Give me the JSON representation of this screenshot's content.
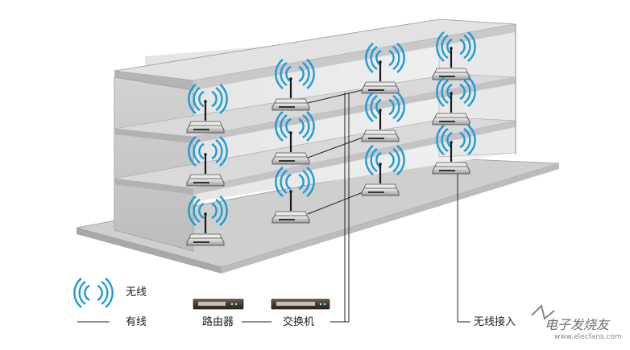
{
  "legend": {
    "wireless_label": "无线",
    "wired_label": "有线",
    "wireless_icon": "wifi-waves-icon"
  },
  "devices": {
    "router_label": "路由器",
    "switch_label": "交换机",
    "ap_label": "无线接入"
  },
  "watermark": {
    "text": "电子发烧友",
    "url": "www.elecfans.com"
  },
  "colors": {
    "wifi": "#1e9ad6",
    "building_face": "#c8c8c8",
    "building_shelf": "#b9b9b9",
    "building_top": "#dedede",
    "wire": "#222222"
  }
}
